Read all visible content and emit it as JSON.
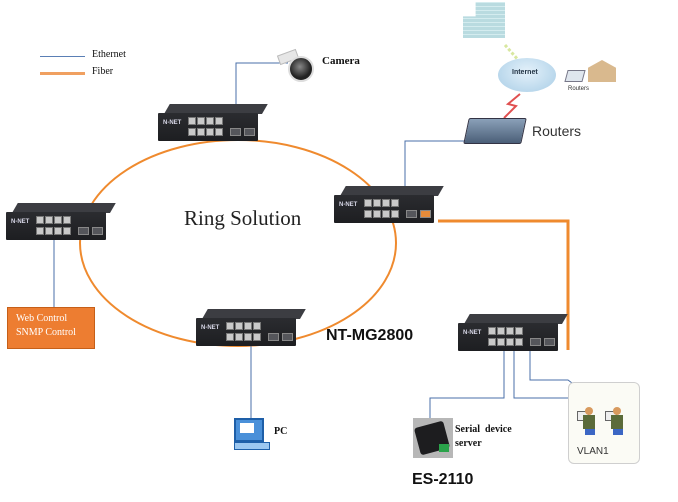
{
  "legend": {
    "ethernet_label": "Ethernet",
    "fiber_label": "Fiber",
    "ethernet_color": "#5a7fb5",
    "fiber_color": "#f0a060"
  },
  "title": "Ring Solution",
  "devices": {
    "camera_label": "Camera",
    "switch_brand": "N-NET",
    "switch_model_label": "NT-MG2800",
    "control_box": {
      "line1": "Web Control",
      "line2": "SNMP Control"
    },
    "pc_label": "PC",
    "serial_server_label_line1": "Serial  device",
    "serial_server_label_line2": "server",
    "serial_server_model": "ES-2110",
    "vlan_label": "VLAN1",
    "internet_label": "Internet",
    "routers_small_label": "Routers",
    "routers_label": "Routers"
  },
  "colors": {
    "ethernet": "#4a6fa8",
    "fiber": "#ef8a2e",
    "control_box": "#ed7d31"
  }
}
